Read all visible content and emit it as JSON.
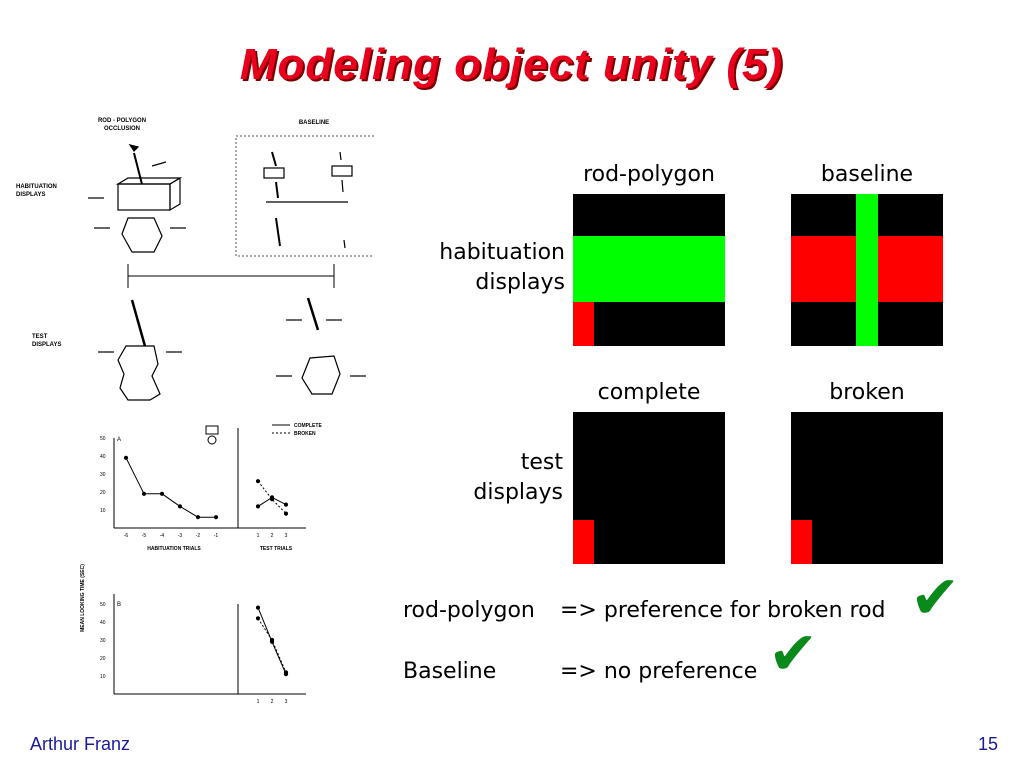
{
  "slide": {
    "title": "Modeling object unity (5)",
    "footer_author": "Arthur Franz",
    "page_number": "15"
  },
  "figure": {
    "rod_polygon_occlusion": "ROD - POLYGON\nOCCLUSION",
    "baseline": "BASELINE",
    "habituation_displays": "HABITUATION\nDISPLAYS",
    "test_displays": "TEST\nDISPLAYS",
    "legend_complete": "COMPLETE",
    "legend_broken": "BROKEN",
    "y_axis_label": "MEAN LOOKING TIME (SEC)",
    "panel_a": "A",
    "panel_b": "B",
    "x_label_habituation": "HABITUATION TRIALS",
    "x_label_test": "TEST TRIALS"
  },
  "grid": {
    "col_rod_polygon": "rod-polygon",
    "col_baseline": "baseline",
    "col_complete": "complete",
    "col_broken": "broken",
    "row_habituation": "habituation\ndisplays",
    "row_test": "test\ndisplays"
  },
  "notes": {
    "line1_left": "rod-polygon",
    "line1_right": "=> preference for broken rod",
    "line2_left": "Baseline",
    "line2_right": "=> no preference",
    "check_glyph": "✔"
  },
  "colors": {
    "title": "#e8001c",
    "green": "#00ff00",
    "red": "#ff0000",
    "check": "#0a8a1a",
    "footer": "#1a1a99"
  },
  "chart_data": [
    {
      "type": "line",
      "title": "A",
      "xlabel": "HABITUATION TRIALS",
      "ylabel": "MEAN LOOKING TIME (SEC)",
      "categories": [
        "-6",
        "-5",
        "-4",
        "-3",
        "-2",
        "-1"
      ],
      "values": [
        39,
        19,
        19,
        12,
        6,
        6
      ],
      "ylim": [
        0,
        50
      ],
      "yticks": [
        10,
        20,
        30,
        40,
        50
      ]
    },
    {
      "type": "line",
      "title": "A",
      "xlabel": "TEST TRIALS",
      "categories": [
        "1",
        "2",
        "3"
      ],
      "series": [
        {
          "name": "COMPLETE",
          "values": [
            12,
            17,
            13
          ]
        },
        {
          "name": "BROKEN",
          "values": [
            26,
            16,
            8
          ]
        }
      ],
      "ylim": [
        0,
        50
      ]
    },
    {
      "type": "line",
      "title": "B",
      "xlabel": "",
      "ylabel": "MEAN LOOKING TIME (SEC)",
      "categories": [
        "1",
        "2",
        "3"
      ],
      "series": [
        {
          "name": "COMPLETE",
          "values": [
            48,
            29,
            11
          ]
        },
        {
          "name": "BROKEN",
          "values": [
            42,
            30,
            12
          ]
        }
      ],
      "ylim": [
        0,
        50
      ],
      "yticks": [
        10,
        20,
        30,
        40,
        50
      ]
    }
  ]
}
